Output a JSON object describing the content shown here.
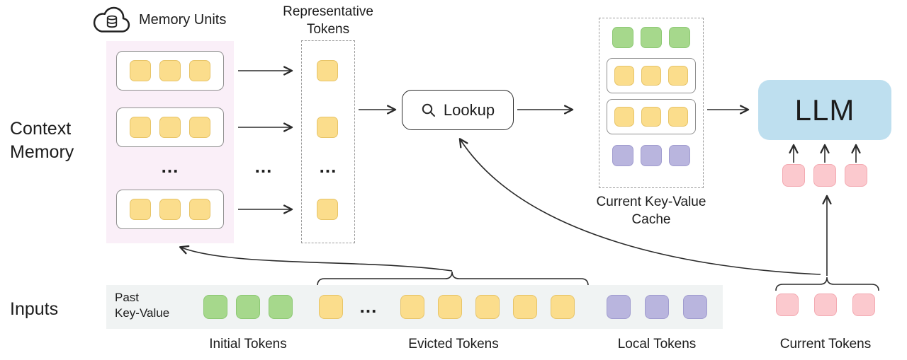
{
  "ellipsis": "...",
  "colors": {
    "token-yellow": "#FBDD8C",
    "token-yellow-border": "#E7C468",
    "token-green": "#A6D88C",
    "token-green-border": "#8CC873",
    "token-purple": "#B9B5DE",
    "token-purple-border": "#A09CCF",
    "token-pink": "#FBC9CE",
    "token-pink-border": "#F3A9B1",
    "llm-blue": "#BEDFEF",
    "memory-bg": "#FAEFF8",
    "inputs-bg": "#F0F3F3",
    "line": "#2B2B2B"
  },
  "header": {
    "memory_units": "Memory Units",
    "representative_line1": "Representative",
    "representative_line2": "Tokens"
  },
  "context_memory": {
    "line1": "Context",
    "line2": "Memory"
  },
  "lookup": {
    "label": "Lookup"
  },
  "cache": {
    "line1": "Current Key-Value",
    "line2": "Cache"
  },
  "llm": {
    "label": "LLM"
  },
  "inputs": {
    "section_label": "Inputs",
    "past_kv_line1": "Past",
    "past_kv_line2": "Key-Value",
    "initial_label": "Initial Tokens",
    "evicted_label": "Evicted Tokens",
    "local_label": "Local Tokens",
    "current_label": "Current Tokens"
  },
  "token_groups": {
    "memory_row": {
      "count": 3,
      "color": "yellow",
      "size": 30
    },
    "rep_token": {
      "count": 1,
      "color": "yellow",
      "size": 30
    },
    "cache_green": {
      "count": 3,
      "color": "green",
      "size": 30
    },
    "cache_yellow_row": {
      "count": 3,
      "color": "yellow",
      "size": 28
    },
    "cache_purple": {
      "count": 3,
      "color": "purple",
      "size": 30
    },
    "llm_inputs": {
      "count": 3,
      "color": "pink",
      "size": 32
    },
    "initial": {
      "count": 3,
      "color": "green",
      "size": 34
    },
    "evicted_head": {
      "count": 1,
      "color": "yellow",
      "size": 34
    },
    "evicted_tail": {
      "count": 5,
      "color": "yellow",
      "size": 34
    },
    "local": {
      "count": 3,
      "color": "purple",
      "size": 34
    },
    "current": {
      "count": 3,
      "color": "pink",
      "size": 32
    }
  }
}
